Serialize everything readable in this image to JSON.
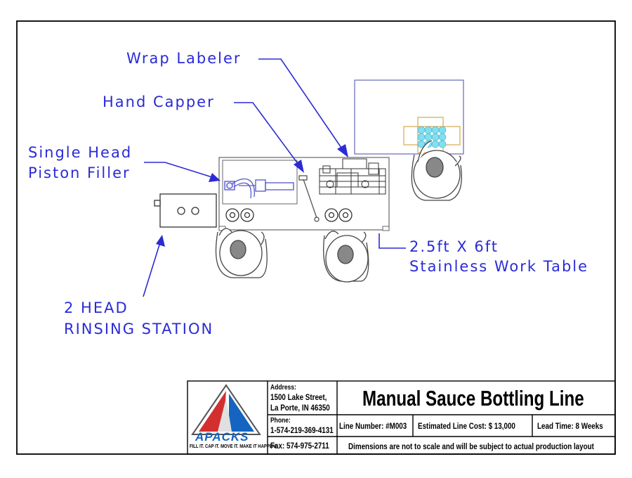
{
  "callouts": {
    "wrap_labeler": "Wrap Labeler",
    "hand_capper": "Hand Capper",
    "single_head_line1": "Single Head",
    "single_head_line2": "Piston Filler",
    "table_line1": "2.5ft X 6ft",
    "table_line2": "Stainless Work Table",
    "rinsing_line1": "2 HEAD",
    "rinsing_line2": "RINSING STATION"
  },
  "title_block": {
    "logo_text": "APACKS",
    "tagline": "FILL IT. CAP IT. MOVE IT. MAKE IT HAPPEN!",
    "address_label": "Address:",
    "address_line1": "1500 Lake Street,",
    "address_line2": "La Porte, IN 46350",
    "phone_label": "Phone:",
    "phone": "1-574-219-369-4131",
    "fax": "Fax: 574-975-2711",
    "title": "Manual Sauce Bottling Line",
    "line_number": "Line Number: #M003",
    "estimated_cost": "Estimated Line Cost:  $ 13,000",
    "lead_time": "Lead Time: 8 Weeks",
    "disclaimer": "Dimensions are not to scale and will be subject to actual production layout"
  },
  "colors": {
    "callout_blue": "#2b2bd6",
    "equipment_blue": "#5555cc",
    "outline_gray": "#555555",
    "logo_red": "#d32f2f",
    "logo_blue": "#1565c0",
    "bottle_cyan": "#7fe0f0",
    "box_tan": "#d6a94a"
  }
}
